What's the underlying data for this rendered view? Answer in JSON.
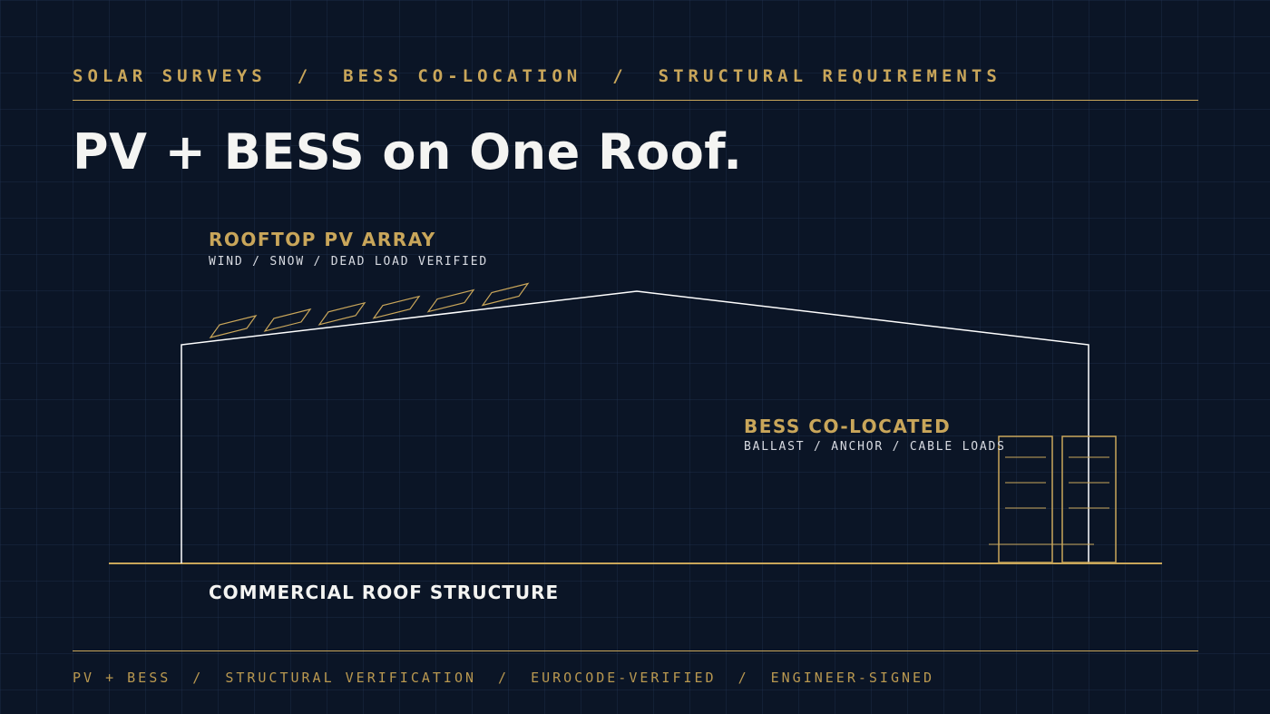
{
  "breadcrumb": {
    "items": [
      "SOLAR SURVEYS",
      "BESS CO-LOCATION",
      "STRUCTURAL REQUIREMENTS"
    ],
    "separator": "/"
  },
  "title": "PV + BESS on One Roof.",
  "diagram": {
    "pv_array": {
      "title": "ROOFTOP PV ARRAY",
      "subtitle": "WIND / SNOW / DEAD LOAD VERIFIED",
      "panel_count": 6
    },
    "bess": {
      "title": "BESS CO-LOCATED",
      "subtitle": "BALLAST / ANCHOR / CABLE LOADS",
      "cabinet_count": 2
    },
    "structure_label": "COMMERCIAL ROOF STRUCTURE"
  },
  "footer": {
    "items": [
      "PV + BESS",
      "STRUCTURAL VERIFICATION",
      "EUROCODE-VERIFIED",
      "ENGINEER-SIGNED"
    ],
    "separator": "/"
  },
  "colors": {
    "background": "#0b1526",
    "accent": "#c9a65a",
    "text": "#f4f4f2",
    "line": "#ffffff"
  }
}
